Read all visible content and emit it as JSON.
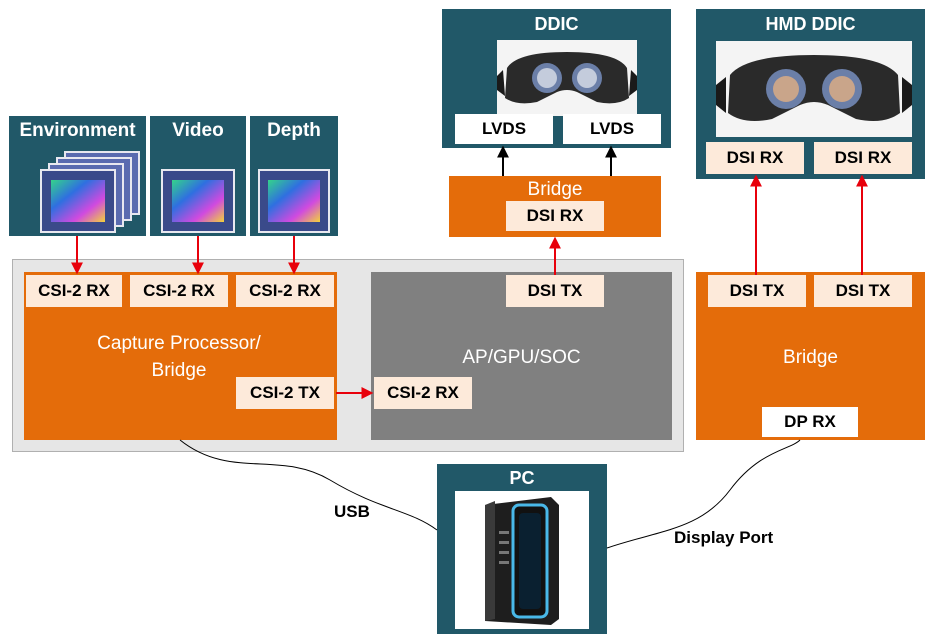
{
  "sensors": [
    {
      "label": "Environment"
    },
    {
      "label": "Video"
    },
    {
      "label": "Depth"
    }
  ],
  "capture": {
    "title_line1": "Capture Processor/",
    "title_line2": "Bridge",
    "rx_ports": [
      "CSI-2 RX",
      "CSI-2 RX",
      "CSI-2 RX"
    ],
    "tx_port": "CSI-2 TX"
  },
  "soc": {
    "title": "AP/GPU/SOC",
    "rx_port": "CSI-2 RX",
    "tx_port": "DSI TX"
  },
  "top_bridge": {
    "title": "Bridge",
    "rx_port": "DSI RX"
  },
  "ddic": {
    "title": "DDIC",
    "ports": [
      "LVDS",
      "LVDS"
    ]
  },
  "hmd_ddic": {
    "title": "HMD DDIC",
    "ports": [
      "DSI RX",
      "DSI RX"
    ]
  },
  "right_bridge": {
    "title": "Bridge",
    "tx_ports": [
      "DSI TX",
      "DSI TX"
    ],
    "rx_port": "DP RX"
  },
  "pc": {
    "title": "PC"
  },
  "connections": {
    "usb": "USB",
    "display_port": "Display Port"
  },
  "colors": {
    "teal": "#215868",
    "orange": "#e46c0a",
    "port_fill": "#fdeada",
    "soc_gray": "#808080",
    "board_gray": "#e6e6e6",
    "arrow_red": "#e8000b"
  }
}
